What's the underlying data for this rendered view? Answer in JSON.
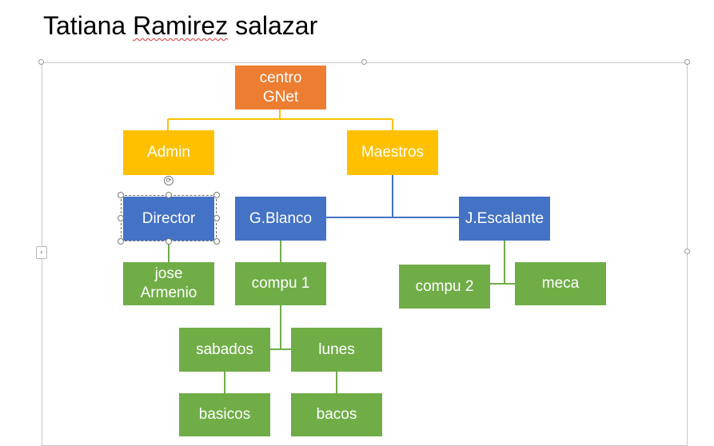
{
  "document": {
    "title_parts": [
      "Tatiana ",
      "Ramirez",
      " salazar"
    ]
  },
  "org_chart": {
    "root": {
      "line1": "centro",
      "line2": "GNet"
    },
    "admin": "Admin",
    "maestros": "Maestros",
    "director": "Director",
    "gblanco": "G.Blanco",
    "jescalante": "J.Escalante",
    "jose": {
      "line1": "jose",
      "line2": "Armenio"
    },
    "compu1": "compu 1",
    "compu2": "compu 2",
    "meca": "meca",
    "sabados": "sabados",
    "lunes": "lunes",
    "basicos": "basicos",
    "bacos": "bacos"
  },
  "colors": {
    "root": "#ed7d31",
    "level1": "#ffc000",
    "level2": "#4472c4",
    "level3": "#70ad47",
    "connector_yellow": "#ffc000",
    "connector_blue": "#4472c4",
    "connector_green": "#70ad47",
    "spellcheck": "#e03030"
  },
  "icons": {
    "rotate": "rotate-handle-icon",
    "collapse": "chevron-left-icon"
  }
}
